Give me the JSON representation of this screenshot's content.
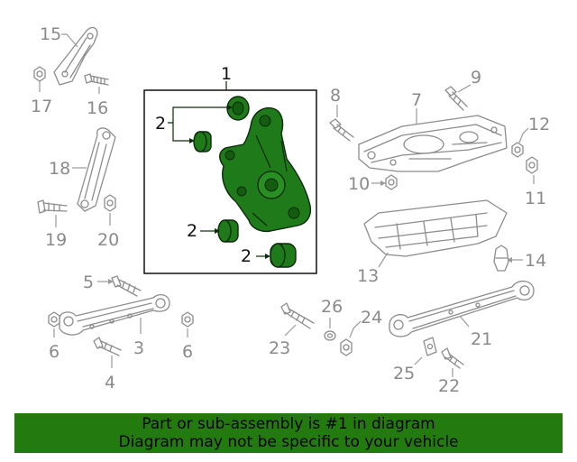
{
  "labels": {
    "l1": "1",
    "l2a": "2",
    "l2b": "2",
    "l2c": "2",
    "l3": "3",
    "l4": "4",
    "l5": "5",
    "l6a": "6",
    "l6b": "6",
    "l7": "7",
    "l8": "8",
    "l9": "9",
    "l10": "10",
    "l11": "11",
    "l12": "12",
    "l13": "13",
    "l14": "14",
    "l15": "15",
    "l16": "16",
    "l17": "17",
    "l18": "18",
    "l19": "19",
    "l20": "20",
    "l21": "21",
    "l22": "22",
    "l23": "23",
    "l24": "24",
    "l25": "25",
    "l26": "26"
  },
  "banner": {
    "line1": "Part or sub-assembly is #1 in diagram",
    "line2": "Diagram may not be specific to your vehicle"
  },
  "colors": {
    "highlight": "#1f7a1a",
    "banner": "#237b10",
    "linework": "#8c8c8c"
  }
}
